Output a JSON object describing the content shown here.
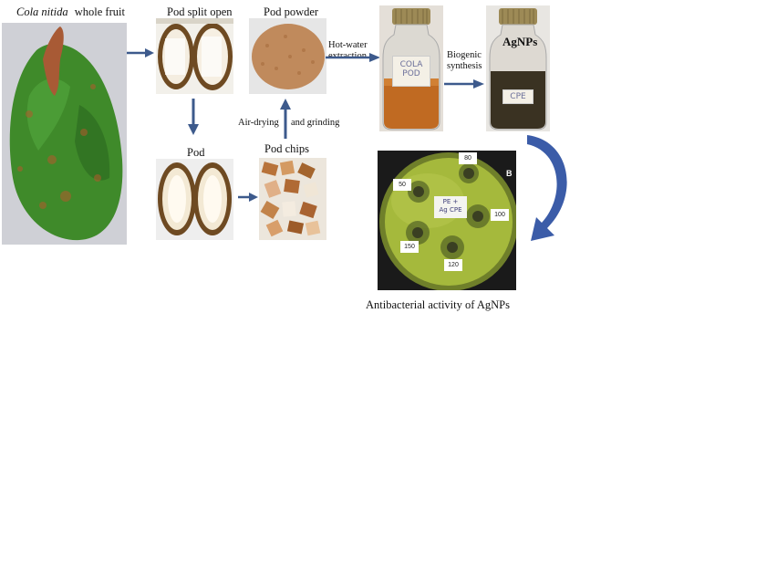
{
  "labels": {
    "whole_fruit_italic": "Cola nitida",
    "whole_fruit_rest": "whole fruit",
    "pod_split_open": "Pod split open",
    "pod_powder": "Pod powder",
    "pod": "Pod",
    "pod_chips": "Pod chips",
    "air_drying": "Air-drying",
    "and_grinding": "and grinding",
    "hot_water_line1": "Hot-water",
    "hot_water_line2": "extraction",
    "biogenic_line1": "Biogenic",
    "biogenic_line2": "synthesis",
    "agnps": "AgNPs",
    "antibacterial": "Antibacterial activity of AgNPs"
  },
  "photo_text": {
    "bottle1_label_line1": "COLA",
    "bottle1_label_line2": "POD",
    "bottle2_label": "CPE",
    "plate_corner": "B",
    "plate_center_line1": "PE +",
    "plate_center_line2": "Ag CPE",
    "disc_80": "80",
    "disc_50": "50",
    "disc_100": "100",
    "disc_150": "150",
    "disc_120": "120"
  },
  "colors": {
    "arrow": "#3d5a8c",
    "curved_arrow": "#3b5ca8",
    "fruit_green": "#3f8a2a",
    "powder": "#c08a5c",
    "extract_amber": "#c06a22",
    "agnps_dark": "#3a3222",
    "agar": "#a5b93c"
  },
  "icons": {
    "flow_arrow": "right-arrow-icon",
    "down_arrow": "down-arrow-icon",
    "up_arrow": "up-arrow-icon",
    "curved_arrow": "curved-arrow-icon"
  }
}
